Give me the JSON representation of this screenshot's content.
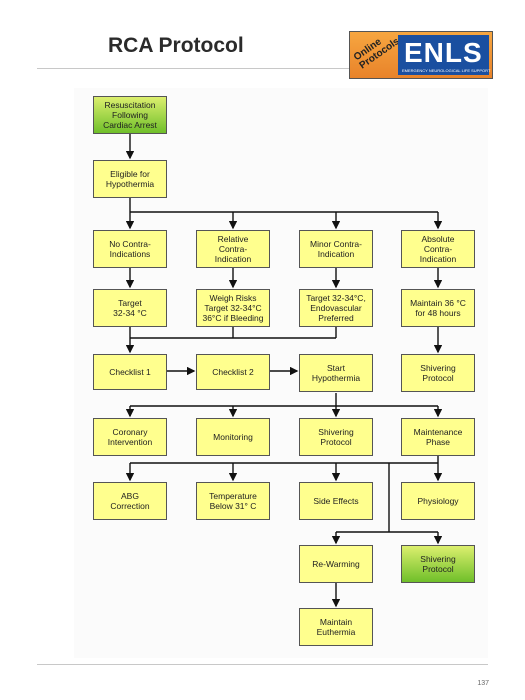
{
  "page": {
    "title": "RCA Protocol",
    "page_number": "137"
  },
  "logo": {
    "tag_line1": "Online",
    "tag_line2": "Protocols",
    "brand": "ENLS",
    "subtitle": "EMERGENCY NEUROLOGICAL LIFE SUPPORT"
  },
  "nodes": {
    "resuscitation": "Resuscitation\nFollowing\nCardiac Arrest",
    "eligible": "Eligible for\nHypothermia",
    "no_contra": "No Contra-\nIndications",
    "relative_contra": "Relative\nContra-\nIndication",
    "minor_contra": "Minor Contra-\nIndication",
    "absolute_contra": "Absolute\nContra-\nIndication",
    "target_32_34": "Target\n32-34 °C",
    "weigh_risks": "Weigh Risks\nTarget 32-34°C\n36°C if Bleeding",
    "target_endovascular": "Target 32-34°C,\nEndovascular\nPreferred",
    "maintain_36": "Maintain 36 °C\nfor 48 hours",
    "checklist1": "Checklist 1",
    "checklist2": "Checklist 2",
    "start_hypothermia": "Start\nHypothermia",
    "shivering_protocol_a": "Shivering\nProtocol",
    "coronary": "Coronary\nIntervention",
    "monitoring": "Monitoring",
    "shivering_protocol_b": "Shivering\nProtocol",
    "maintenance": "Maintenance\nPhase",
    "abg": "ABG\nCorrection",
    "temperature": "Temperature\nBelow 31° C",
    "side_effects": "Side Effects",
    "physiology": "Physiology",
    "rewarming": "Re-Warming",
    "shivering_protocol_c": "Shivering\nProtocol",
    "maintain_euthermia": "Maintain\nEuthermia"
  }
}
